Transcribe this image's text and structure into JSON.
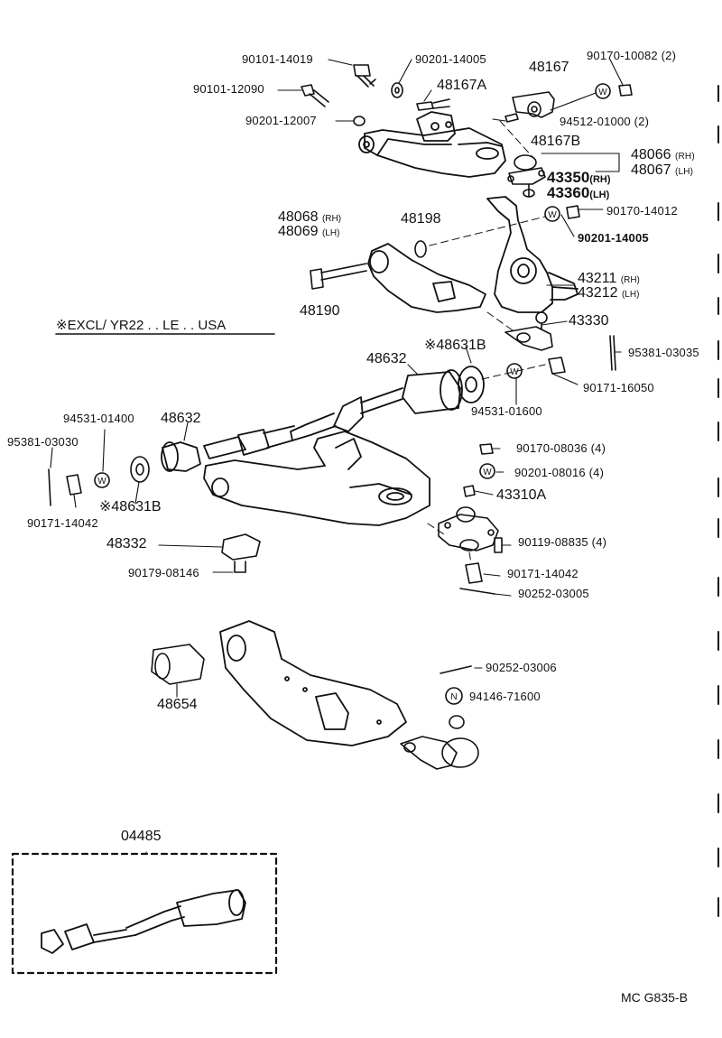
{
  "labels": {
    "p1": "90101-14019",
    "p2": "90201-14005",
    "p3": "48167",
    "p4": "90170-10082 (2)",
    "p5": "90101-12090",
    "p6": "48167A",
    "p7": "90201-12007",
    "p8": "94512-01000 (2)",
    "p9": "48167B",
    "p10": "48066",
    "p10s": "(RH)",
    "p11": "48067",
    "p11s": "(LH)",
    "p12": "43350",
    "p12s": "(RH)",
    "p13": "43360",
    "p13s": "(LH)",
    "p14": "48068",
    "p14s": "(RH)",
    "p15": "48069",
    "p15s": "(LH)",
    "p16": "48198",
    "p17": "90170-14012",
    "p18": "90201-14005",
    "p19": "43211",
    "p19s": "(RH)",
    "p20": "43212",
    "p20s": "(LH)",
    "p21": "48190",
    "p22": "43330",
    "p23": "48631B",
    "p24": "48632",
    "p25": "95381-03035",
    "p26": "90171-16050",
    "p27": "94531-01600",
    "p28": "94531-01400",
    "p29": "48632",
    "p30": "95381-03030",
    "p31": "90170-08036 (4)",
    "p32": "90201-08016 (4)",
    "p33": "43310A",
    "p34": "48631B",
    "p35": "90171-14042",
    "p36": "90119-08835 (4)",
    "p37": "48332",
    "p38": "90171-14042",
    "p39": "90179-08146",
    "p40": "90252-03005",
    "p41": "90252-03006",
    "p42": "94146-71600",
    "p43": "48654",
    "p44": "04485"
  },
  "note": "※EXCL/ YR22 . . LE . . USA",
  "marks": {
    "star": "※",
    "washer": "W",
    "nut": "N"
  },
  "ref_code": "MC  G835-B"
}
